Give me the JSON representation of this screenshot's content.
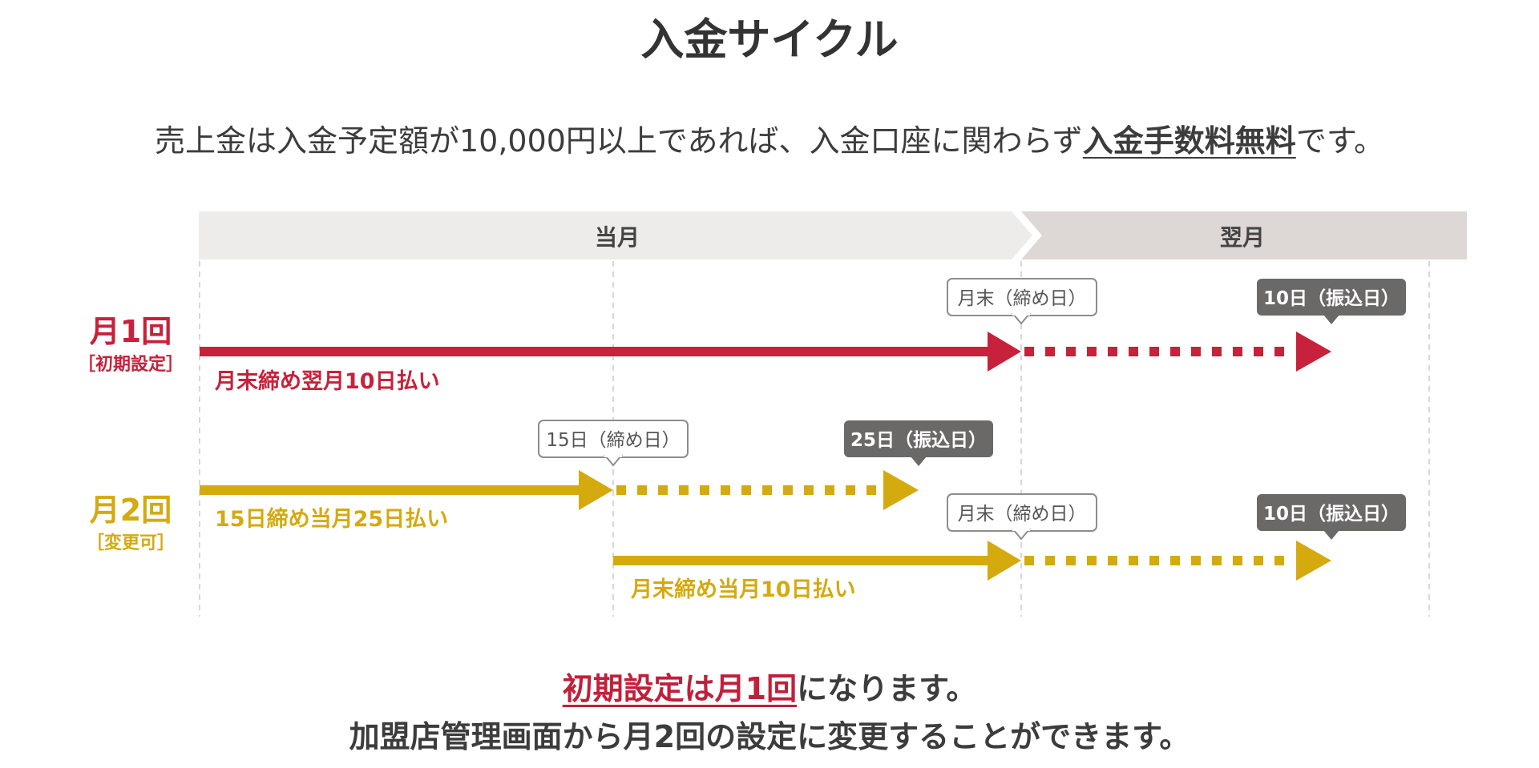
{
  "title": "入金サイクル",
  "intro": {
    "text_before": "売上金は入金予定額が10,000円以上であれば、入金口座に関わらず",
    "highlight": "入金手数料無料",
    "text_after": "です。"
  },
  "header": {
    "current_month": "当月",
    "next_month": "翌月"
  },
  "plans": {
    "monthly_once": {
      "name": "月1回",
      "note": "［初期設定］",
      "color": "#c8213b",
      "cycle_label": "月末締め翌月10日払い",
      "closing_label": "月末（締め日）",
      "payout_label": "10日（振込日）"
    },
    "monthly_twice": {
      "name": "月2回",
      "note": "［変更可］",
      "color": "#d4aa0f",
      "first": {
        "cycle_label": "15日締め当月25日払い",
        "closing_label": "15日（締め日）",
        "payout_label": "25日（振込日）"
      },
      "second": {
        "cycle_label": "月末締め当月10日払い",
        "closing_label": "月末（締め日）",
        "payout_label": "10日（振込日）"
      }
    }
  },
  "footer": {
    "highlight": "初期設定は月1回",
    "line1_rest": "になります。",
    "line2": "加盟店管理画面から月2回の設定に変更することができます。"
  }
}
